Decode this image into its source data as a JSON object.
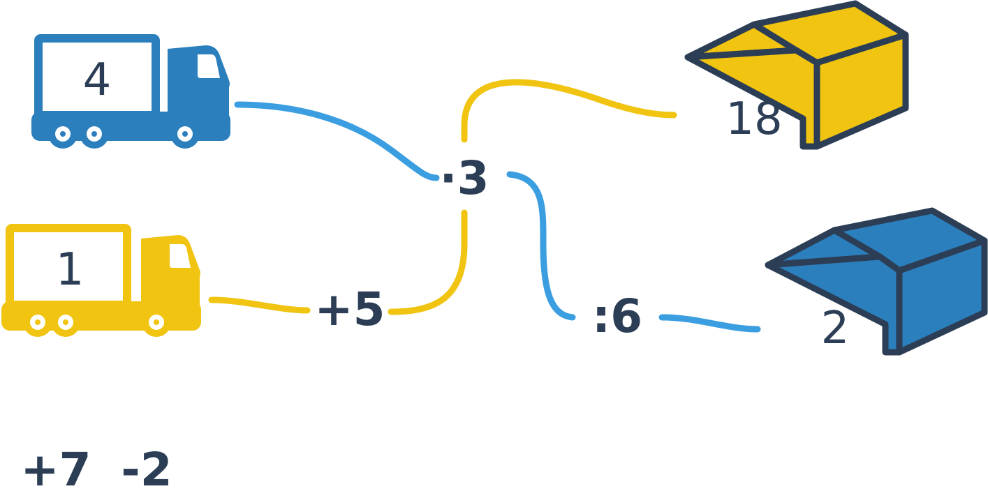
{
  "colors": {
    "blue": "#2b7fbc",
    "blue_line": "#3a9ee0",
    "yellow": "#f0c410",
    "dark": "#2c3e55",
    "white": "#ffffff"
  },
  "trucks": [
    {
      "color": "blue",
      "value": "4"
    },
    {
      "color": "yellow",
      "value": "1"
    }
  ],
  "operations": {
    "multiply": "·3",
    "add": "+5",
    "divide": ":6"
  },
  "warehouses": [
    {
      "color": "yellow",
      "value": "18"
    },
    {
      "color": "blue",
      "value": "2"
    }
  ],
  "spare_operations": [
    "+7",
    "-2"
  ]
}
